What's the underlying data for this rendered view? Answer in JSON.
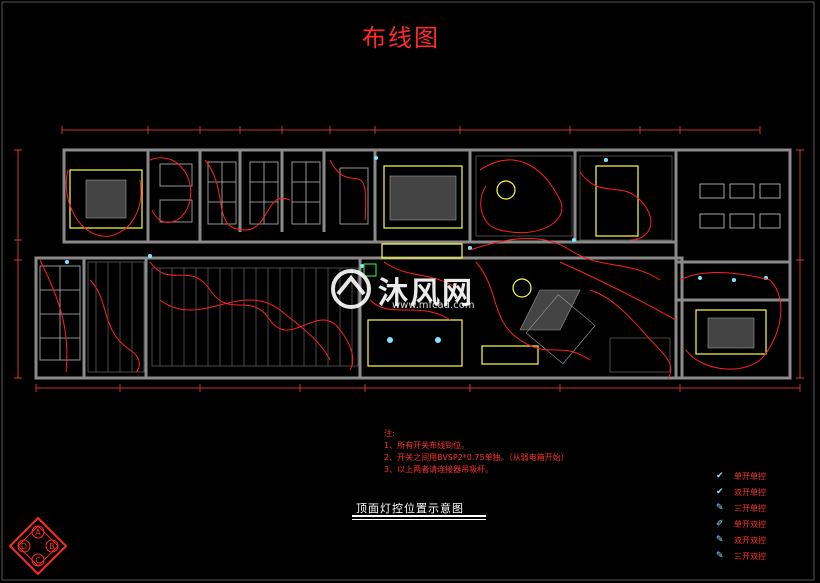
{
  "drawing": {
    "title": "布线图",
    "caption": "顶面灯控位置示意图",
    "notes_heading": "注:",
    "notes": [
      "1、所有开关布线到位。",
      "2、开关之间用BVSP2*0.75单独。（从弱电箱开始）",
      "3、以上两者请连接器吊吸杆。"
    ]
  },
  "legend": {
    "items": [
      {
        "symbol": "switch-single-icon",
        "label": "单开单控"
      },
      {
        "symbol": "switch-double-icon",
        "label": "双开单控"
      },
      {
        "symbol": "switch-triple-icon",
        "label": "三开单控"
      },
      {
        "symbol": "switch-single-dual-icon",
        "label": "单开双控"
      },
      {
        "symbol": "switch-double-dual-icon",
        "label": "双开双控"
      },
      {
        "symbol": "switch-triple-dual-icon",
        "label": "三开双控"
      }
    ]
  },
  "watermark": {
    "brand": "沐风网",
    "url": "www.mfcad.com"
  },
  "compass": {
    "letters": [
      "A",
      "B",
      "C",
      "D"
    ]
  },
  "colors": {
    "background": "#000000",
    "wiring": "#ff2020",
    "walls": "#8a8a8a",
    "fixture": "#ffff40",
    "legend_symbol": "#7fe6ff"
  }
}
